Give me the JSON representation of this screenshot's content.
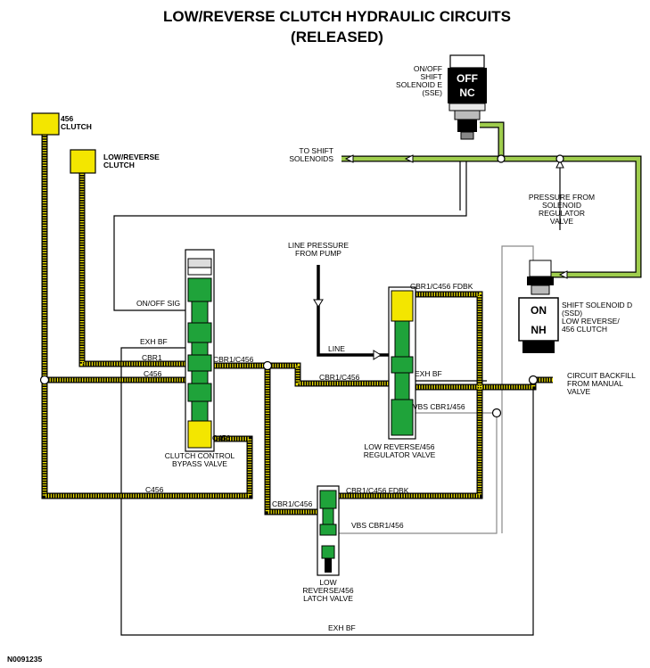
{
  "diagram": {
    "title_line1": "LOW/REVERSE CLUTCH HYDRAULIC CIRCUITS",
    "title_line2": "(RELEASED)",
    "figure_id": "N0091235",
    "colors": {
      "yellow": "#f3e600",
      "green": "#9fcd4d",
      "valve_green": "#1fa33a",
      "outline": "#000000"
    },
    "clutches": {
      "clutch_456": "456\nCLUTCH",
      "clutch_low_reverse": "LOW/REVERSE\nCLUTCH"
    },
    "solenoids": {
      "sse_label": "ON/OFF\nSHIFT\nSOLENOID E\n(SSE)",
      "sse_state_top": "OFF",
      "sse_state_bottom": "NC",
      "ssd_label": "SHIFT SOLENOID D\n(SSD)\nLOW REVERSE/\n456 CLUTCH",
      "ssd_state_top": "ON",
      "ssd_state_bottom": "NH"
    },
    "labels": {
      "to_shift_solenoids": "TO SHIFT\nSOLENOIDS",
      "pressure_from_regulator": "PRESSURE FROM\nSOLENOID\nREGULATOR\nVALVE",
      "line_pressure": "LINE PRESSURE\nFROM PUMP",
      "circuit_backfill": "CIRCUIT BACKFILL\nFROM MANUAL\nVALVE",
      "on_off_sig": "ON/OFF SIG",
      "exh_bf_left": "EXH BF",
      "cbr1_left": "CBR1",
      "c456_left": "C456",
      "cbr1_c456_mid": "CBR1/C456",
      "cbr1_c456_reg": "CBR1/C456",
      "line": "LINE",
      "exh_bf_right": "EXH BF",
      "cbr1_c456_fdbk_top": "CBR1/C456 FDBK",
      "vbs_cbr1_456_top": "VBS CBR1/456",
      "c456_valve": "C456",
      "c456_bottom": "C456",
      "cbr1_c456_latch": "CBR1/C456",
      "cbr1_c456_fdbk_bottom": "CBR1/C456 FDBK",
      "vbs_cbr1_456_bottom": "VBS CBR1/456",
      "exh_bf_bottom": "EXH BF"
    },
    "valves": {
      "clutch_control": "CLUTCH CONTROL\nBYPASS VALVE",
      "regulator": "LOW REVERSE/456\nREGULATOR VALVE",
      "latch": "LOW\nREVERSE/456\nLATCH VALVE"
    }
  }
}
